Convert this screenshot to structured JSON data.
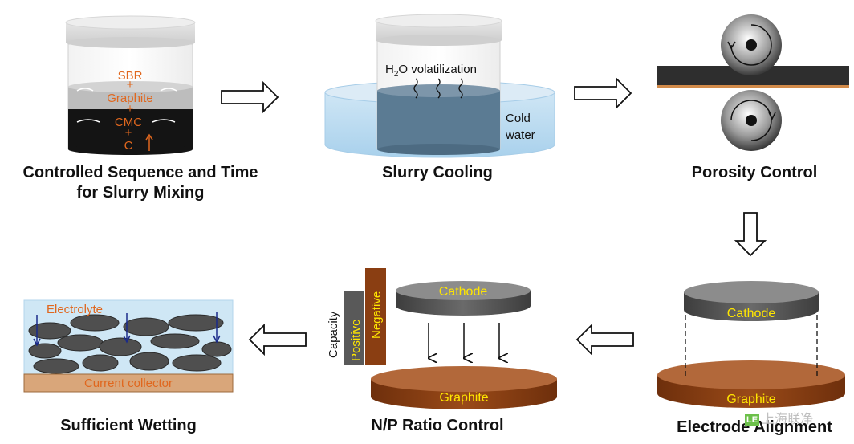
{
  "steps": {
    "mixing": {
      "caption_line1": "Controlled Sequence and Time",
      "caption_line2": "for Slurry Mixing",
      "labels": [
        "SBR",
        "+",
        "Graphite",
        "+",
        "CMC",
        "+",
        "C"
      ]
    },
    "cooling": {
      "caption": "Slurry Cooling",
      "vapor_label_h": "H",
      "vapor_label_sub": "2",
      "vapor_label_rest": "O volatilization",
      "water_label_line1": "Cold",
      "water_label_line2": "water"
    },
    "porosity": {
      "caption": "Porosity Control"
    },
    "alignment": {
      "caption": "Electrode Alignment",
      "top_label": "Cathode",
      "bottom_label": "Graphite"
    },
    "np_ratio": {
      "caption": "N/P Ratio Control",
      "axis_label": "Capacity",
      "bar_positive": "Positive",
      "bar_negative": "Negative",
      "top_label": "Cathode",
      "bottom_label": "Graphite"
    },
    "wetting": {
      "caption": "Sufficient Wetting",
      "electrolyte_label": "Electrolyte",
      "collector_label": "Current collector"
    }
  },
  "watermark": {
    "logo": "LE",
    "text": "上海联净"
  },
  "colors": {
    "label_orange": "#e0671e",
    "label_yellow": "#ffe600",
    "graphite_brown": "#8a3e12",
    "cathode_gray": "#595959",
    "water_blue": "#bcdcf0",
    "slurry_black": "#141414"
  }
}
